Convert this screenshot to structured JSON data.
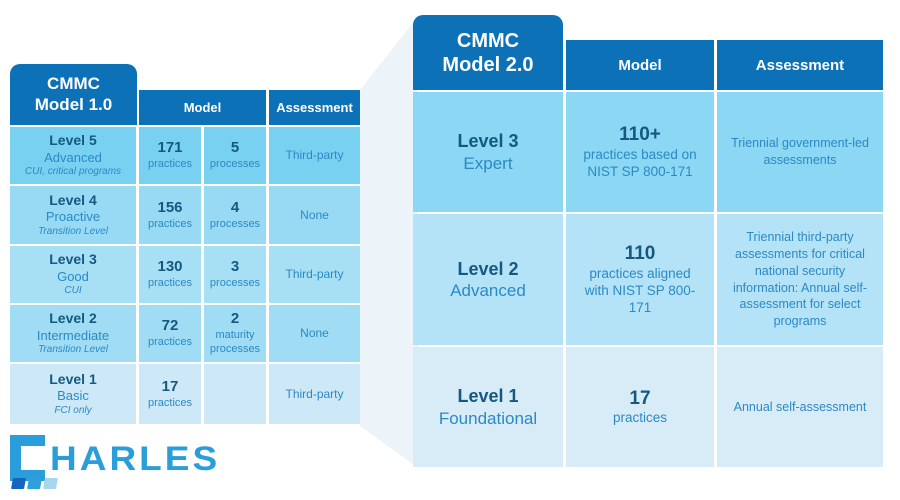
{
  "colors": {
    "header_blue": "#0d71b8",
    "dark_text": "#155880",
    "medium_text": "#2b89c5",
    "wedge": "#ecf3f9",
    "logo_blue": "#2a9edb",
    "logo_square_dark": "#1565c0",
    "logo_square_mid": "#2d9fd9",
    "logo_square_light": "#a8d6ef",
    "white": "#ffffff"
  },
  "left_table": {
    "title_line1": "CMMC",
    "title_line2": "Model 1.0",
    "headers": {
      "model": "Model",
      "assessment": "Assessment"
    },
    "rows": [
      {
        "level": "Level 5",
        "name": "Advanced",
        "note": "CUI, critical programs",
        "practices_value": "171",
        "practices_label": "practices",
        "processes_value": "5",
        "processes_label": "processes",
        "assessment": "Third-party",
        "bg": "#79d1f2"
      },
      {
        "level": "Level 4",
        "name": "Proactive",
        "note": "Transition Level",
        "practices_value": "156",
        "practices_label": "practices",
        "processes_value": "4",
        "processes_label": "processes",
        "assessment": "None",
        "bg": "#98daf4"
      },
      {
        "level": "Level 3",
        "name": "Good",
        "note": "CUI",
        "practices_value": "130",
        "practices_label": "practices",
        "processes_value": "3",
        "processes_label": "processes",
        "assessment": "Third-party",
        "bg": "#a7dff5"
      },
      {
        "level": "Level 2",
        "name": "Intermediate",
        "note": "Transition Level",
        "practices_value": "72",
        "practices_label": "practices",
        "processes_value": "2",
        "processes_label": "maturity processes",
        "assessment": "None",
        "bg": "#a0ddf5"
      },
      {
        "level": "Level 1",
        "name": "Basic",
        "note": "FCI only",
        "practices_value": "17",
        "practices_label": "practices",
        "processes_value": "",
        "processes_label": "",
        "assessment": "Third-party",
        "bg": "#cde9f8"
      }
    ]
  },
  "right_table": {
    "title_line1": "CMMC",
    "title_line2": "Model 2.0",
    "headers": {
      "model": "Model",
      "assessment": "Assessment"
    },
    "rows": [
      {
        "level": "Level 3",
        "name": "Expert",
        "model_value": "110+",
        "model_desc": "practices based on NIST SP 800-171",
        "assessment": "Triennial government-led assessments",
        "bg": "#8cd7f3"
      },
      {
        "level": "Level 2",
        "name": "Advanced",
        "model_value": "110",
        "model_desc": "practices aligned with NIST SP 800-171",
        "assessment": "Triennial third-party assessments for critical national security information: Annual self-assessment for select programs",
        "bg": "#b4e3f7"
      },
      {
        "level": "Level 1",
        "name": "Foundational",
        "model_value": "17",
        "model_desc": "practices",
        "assessment": "Annual self-assessment",
        "bg": "#d8ecf8"
      }
    ]
  },
  "logo": {
    "letter": "C",
    "rest": "HARLES"
  }
}
